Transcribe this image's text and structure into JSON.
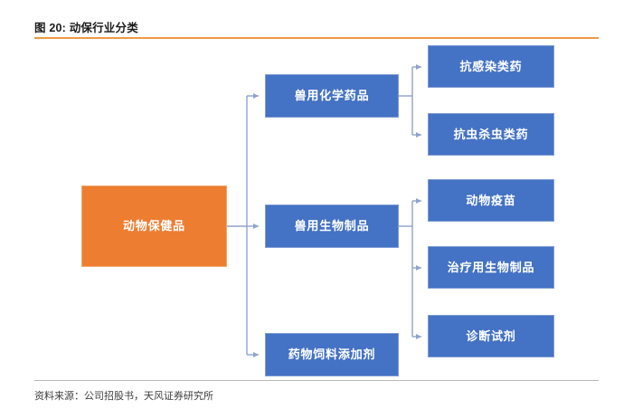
{
  "figure": {
    "title": "图 20: 动保行业分类",
    "source": "资料来源：公司招股书，天风证券研究所",
    "accent_color": "#ED9A45",
    "root_color": "#ED7D31",
    "node_color": "#4472C4",
    "connector_color": "#8FA3CC"
  },
  "diagram": {
    "type": "tree",
    "root": {
      "label": "动物保健品"
    },
    "branches": [
      {
        "label": "兽用化学药品",
        "children": [
          {
            "label": "抗感染类药"
          },
          {
            "label": "抗虫杀虫类药"
          }
        ]
      },
      {
        "label": "兽用生物制品",
        "children": [
          {
            "label": "动物疫苗"
          },
          {
            "label": "治疗用生物制品"
          },
          {
            "label": "诊断试剂"
          }
        ]
      },
      {
        "label": "药物饲料添加剂",
        "children": []
      }
    ]
  }
}
